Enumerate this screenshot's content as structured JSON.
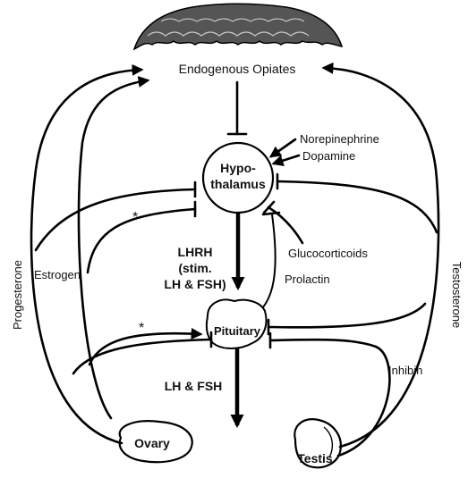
{
  "nodes": {
    "endogenous_opiates": "Endogenous Opiates",
    "hypothalamus_line1": "Hypo-",
    "hypothalamus_line2": "thalamus",
    "pituitary": "Pituitary",
    "ovary": "Ovary",
    "testis": "Testis"
  },
  "inputs": {
    "norepinephrine": "Norepinephrine",
    "dopamine": "Dopamine",
    "glucocorticoids": "Glucocorticoids",
    "prolactin": "Prolactin",
    "inhibin": "Inhibin"
  },
  "hormones": {
    "lhrh_line1": "LHRH",
    "lhrh_line2": "(stim.",
    "lhrh_line3": "LH & FSH)",
    "lh_fsh": "LH & FSH"
  },
  "feedback": {
    "progesterone": "Progesterone",
    "estrogen": "Estrogen",
    "testosterone": "Testosterone",
    "asterisk_upper": "*",
    "asterisk_lower": "*"
  }
}
